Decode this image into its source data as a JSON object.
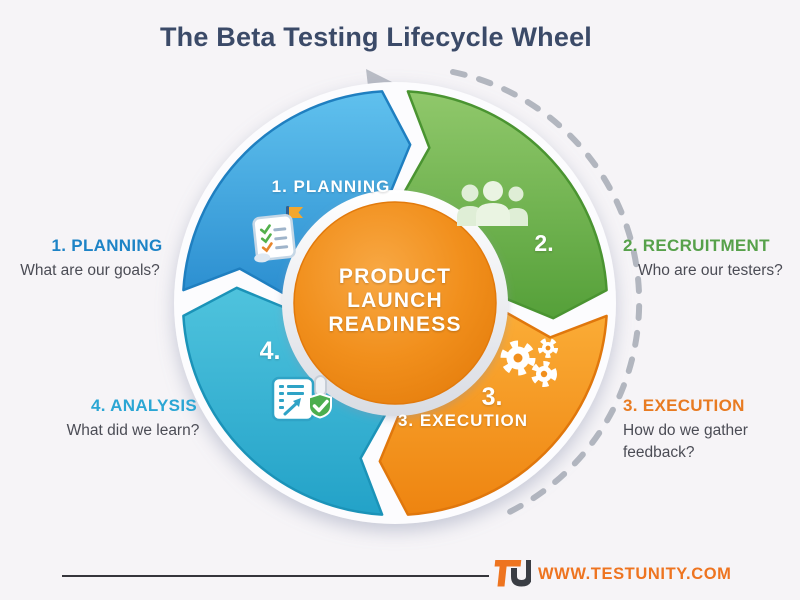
{
  "title": "The Beta Testing Lifecycle Wheel",
  "center_badge": {
    "lines": [
      "PRODUCT",
      "LAUNCH",
      "READINESS"
    ],
    "color_highlight": "#f8a844",
    "color_mid": "#f18f1c",
    "color_deep": "#e47c0b"
  },
  "wheel": {
    "rotation": "clockwise",
    "segments": [
      {
        "name": "Planning",
        "inner_label": "1. PLANNING",
        "number": "",
        "icon": "scroll-checklist-icon",
        "color_light": "#60c1ee",
        "color_dark": "#2b8ed0",
        "edge": "#1f7fc0"
      },
      {
        "name": "Recruitment",
        "inner_label": "",
        "number": "2.",
        "icon": "people-group-icon",
        "color_light": "#90c86b",
        "color_dark": "#55a039",
        "edge": "#4a9431"
      },
      {
        "name": "Execution",
        "inner_label": "3. EXECUTION",
        "number": "3.",
        "icon": "gears-icon",
        "color_light": "#fbad37",
        "color_dark": "#ee8410",
        "edge": "#e0770c"
      },
      {
        "name": "Analysis",
        "inner_label": "",
        "number": "4.",
        "icon": "report-check-icon",
        "color_light": "#4fc3dd",
        "color_dark": "#23a2c8",
        "edge": "#1b93b8"
      }
    ]
  },
  "callouts": {
    "planning": {
      "heading": "1. PLANNING",
      "question": "What are our goals?",
      "color": "#1d83c6"
    },
    "recruitment": {
      "heading": "2. RECRUITMENT",
      "question": "Who are our testers?",
      "color": "#57a14b"
    },
    "execution": {
      "heading": "3. EXECUTION",
      "question": "How do we gather feedback?",
      "color": "#e87b22"
    },
    "analysis": {
      "heading": "4. ANALYSIS",
      "question": "What did we learn?",
      "color": "#2ba6d4"
    }
  },
  "icons": {
    "planning": "scroll-checklist-icon",
    "recruitment": "people-group-icon",
    "execution": "gears-icon",
    "analysis": "report-check-icon",
    "direction": "clockwise-arrow-icon"
  },
  "footer": {
    "logo": "testunity-tu-logo",
    "website": "WWW.TESTUNITY.COM",
    "accent": "#ee7420",
    "logo_dark": "#3a3d44"
  }
}
